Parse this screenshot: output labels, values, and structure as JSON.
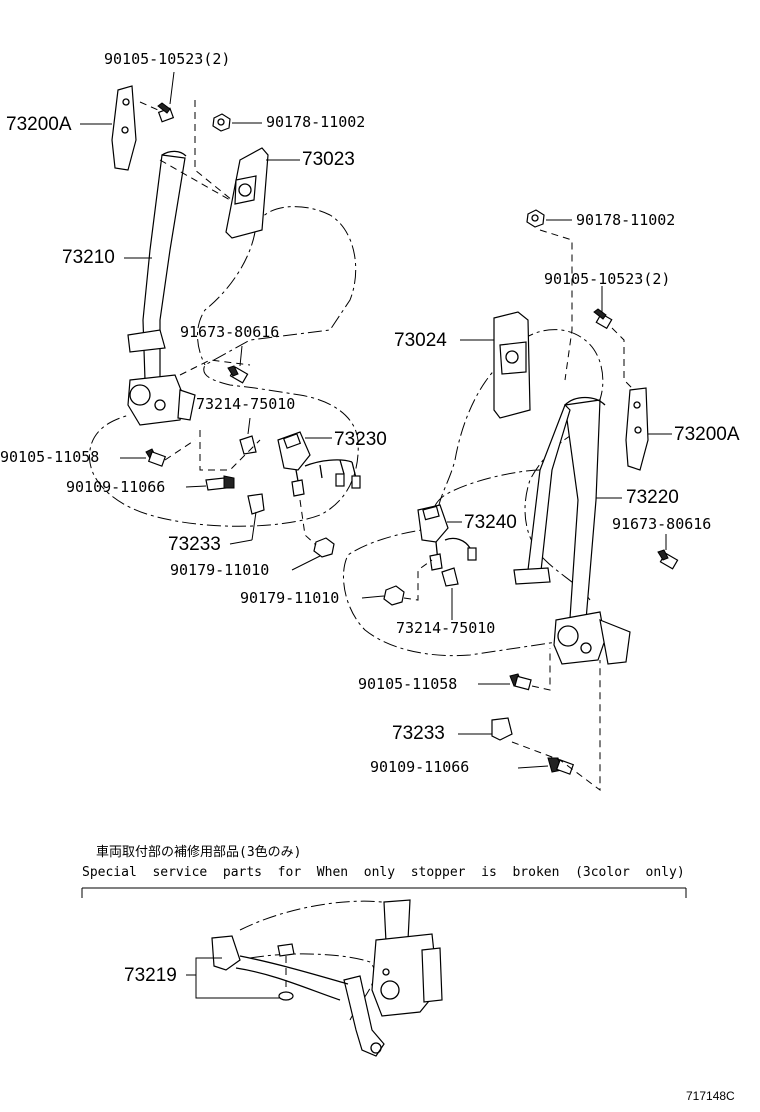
{
  "labels": {
    "p90105_10523_a": "90105-10523(2)",
    "p73200a_left": "73200A",
    "p90178_11002_a": "90178-11002",
    "p73023": "73023",
    "p73210": "73210",
    "p91673_80616_a": "91673-80616",
    "p73214_75010_a": "73214-75010",
    "p73230": "73230",
    "p90105_11058_a": "90105-11058",
    "p90109_11066_a": "90109-11066",
    "p73233_a": "73233",
    "p90179_11010_a": "90179-11010",
    "p90178_11002_b": "90178-11002",
    "p90105_10523_b": "90105-10523(2)",
    "p73024": "73024",
    "p73200a_right": "73200A",
    "p73220": "73220",
    "p73240": "73240",
    "p91673_80616_b": "91673-80616",
    "p90179_11010_b": "90179-11010",
    "p73214_75010_b": "73214-75010",
    "p90105_11058_b": "90105-11058",
    "p73233_b": "73233",
    "p90109_11066_b": "90109-11066",
    "p73219": "73219"
  },
  "special_note": {
    "japanese": "車両取付部の補修用部品(3色のみ)",
    "english": "Special  service  parts  for  When  only  stopper  is  broken  (3color  only)"
  },
  "figure_code": "717148C"
}
